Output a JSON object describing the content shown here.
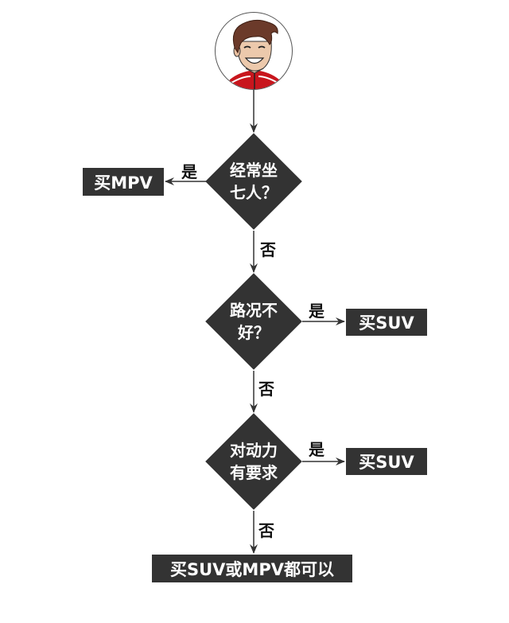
{
  "flowchart": {
    "start": {
      "icon": "person-avatar-icon"
    },
    "decisions": [
      {
        "line1": "经常坐",
        "line2": "七人？"
      },
      {
        "line1": "路况不",
        "line2": "好？"
      },
      {
        "line1": "对动力",
        "line2": "有要求"
      }
    ],
    "outcomes": {
      "mpv": "买MPV",
      "suv_road": "买SUV",
      "suv_power": "买SUV",
      "either": "买SUV或MPV都可以"
    },
    "edge_labels": {
      "yes1": "是",
      "no1": "否",
      "yes2": "是",
      "no2": "否",
      "yes3": "是",
      "no3": "否"
    },
    "colors": {
      "node_fill": "#333333",
      "node_text": "#ffffff",
      "line": "#333333"
    }
  }
}
